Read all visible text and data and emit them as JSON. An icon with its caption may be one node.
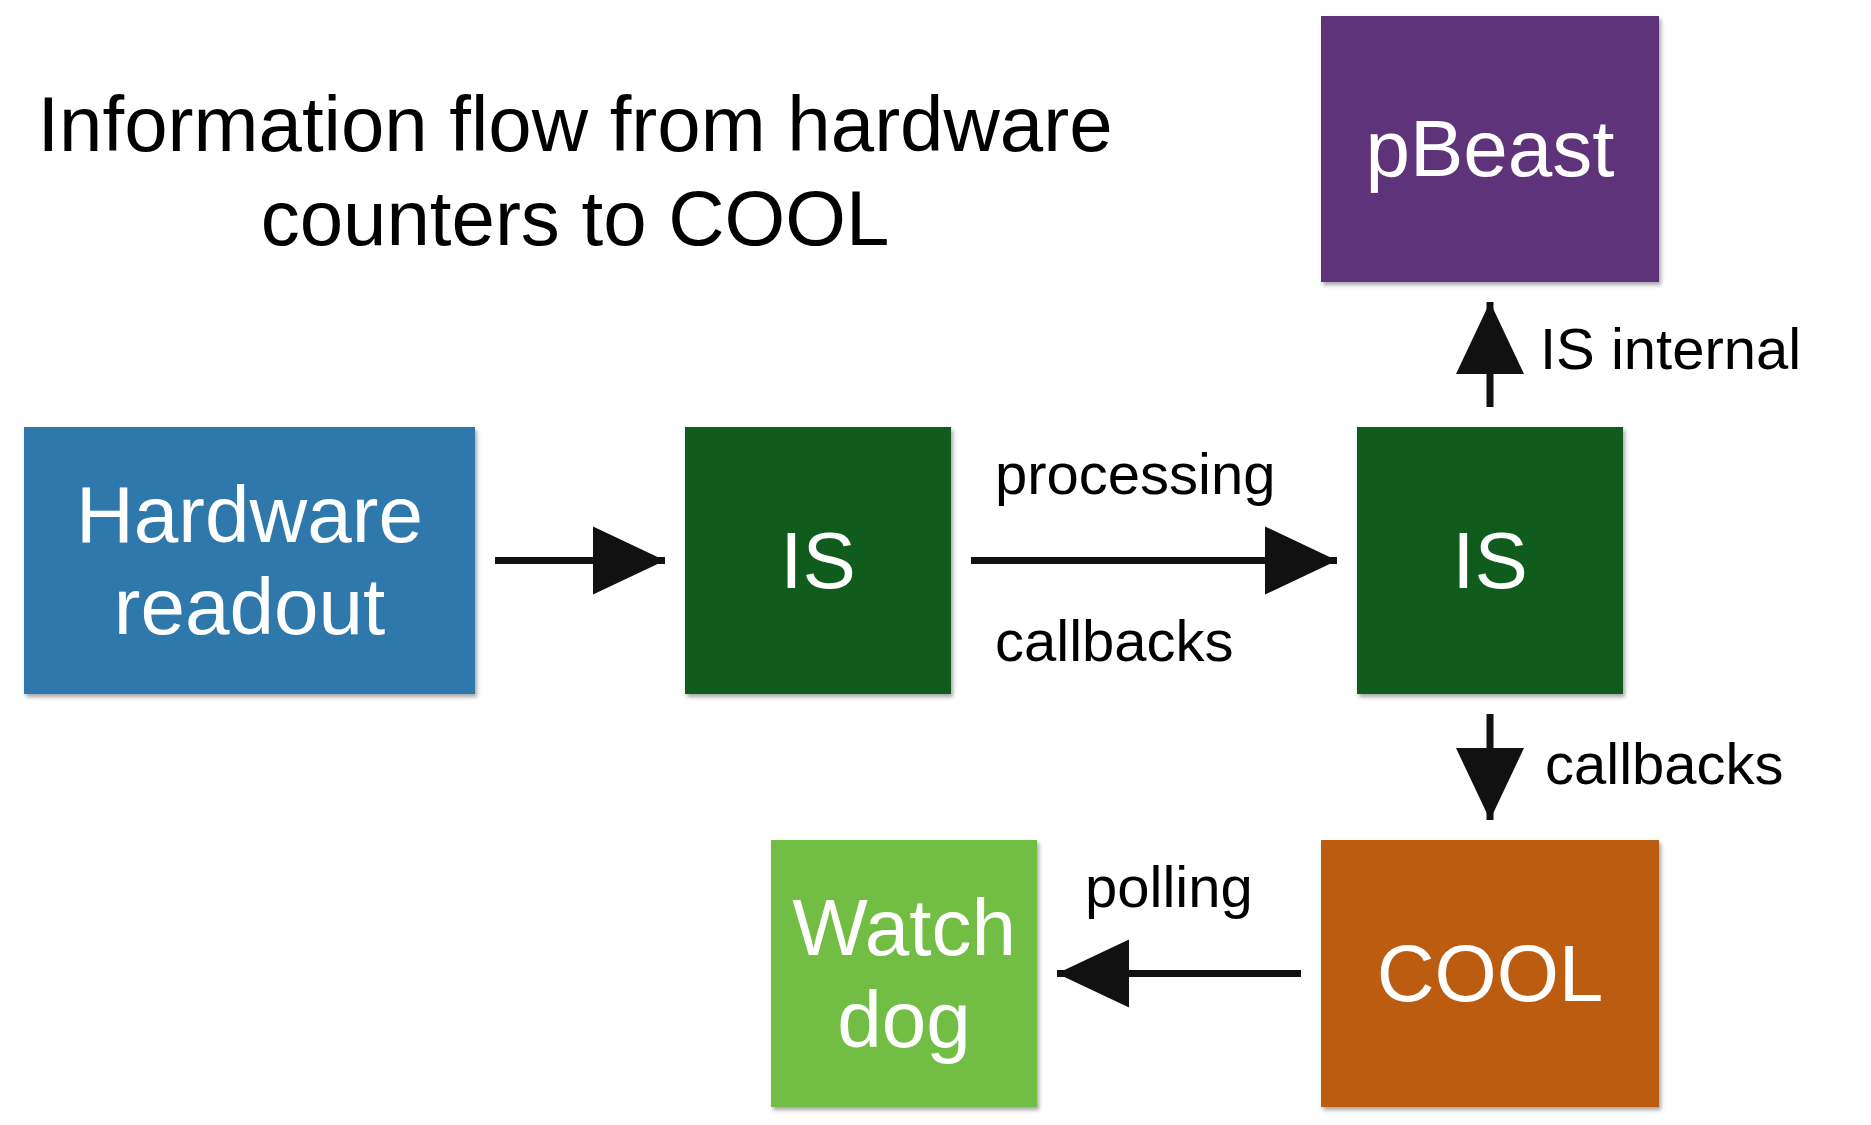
{
  "diagram": {
    "title": "Information flow from hardware counters to COOL",
    "nodes": [
      {
        "text": [
          "pBeast"
        ]
      },
      {
        "text": [
          "Hardware readout"
        ]
      },
      {
        "text": [
          "IS"
        ]
      },
      {
        "text": [
          "IS"
        ]
      },
      {
        "text": [
          "Watch dog"
        ]
      },
      {
        "text": [
          "COOL"
        ]
      }
    ],
    "edges": [
      {
        "from": 1,
        "to": 2,
        "arrow": "to"
      },
      {
        "from": 2,
        "to": 3,
        "arrow": "to",
        "label": "processing"
      },
      {
        "from": 3,
        "to": 0,
        "arrow": "to",
        "label": "IS internal"
      },
      {
        "from": 3,
        "to": 5,
        "arrow": "to",
        "label": "callbacks"
      },
      {
        "from": 5,
        "to": 4,
        "arrow": "to",
        "label": "polling"
      }
    ],
    "labels": [
      "callbacks"
    ]
  }
}
